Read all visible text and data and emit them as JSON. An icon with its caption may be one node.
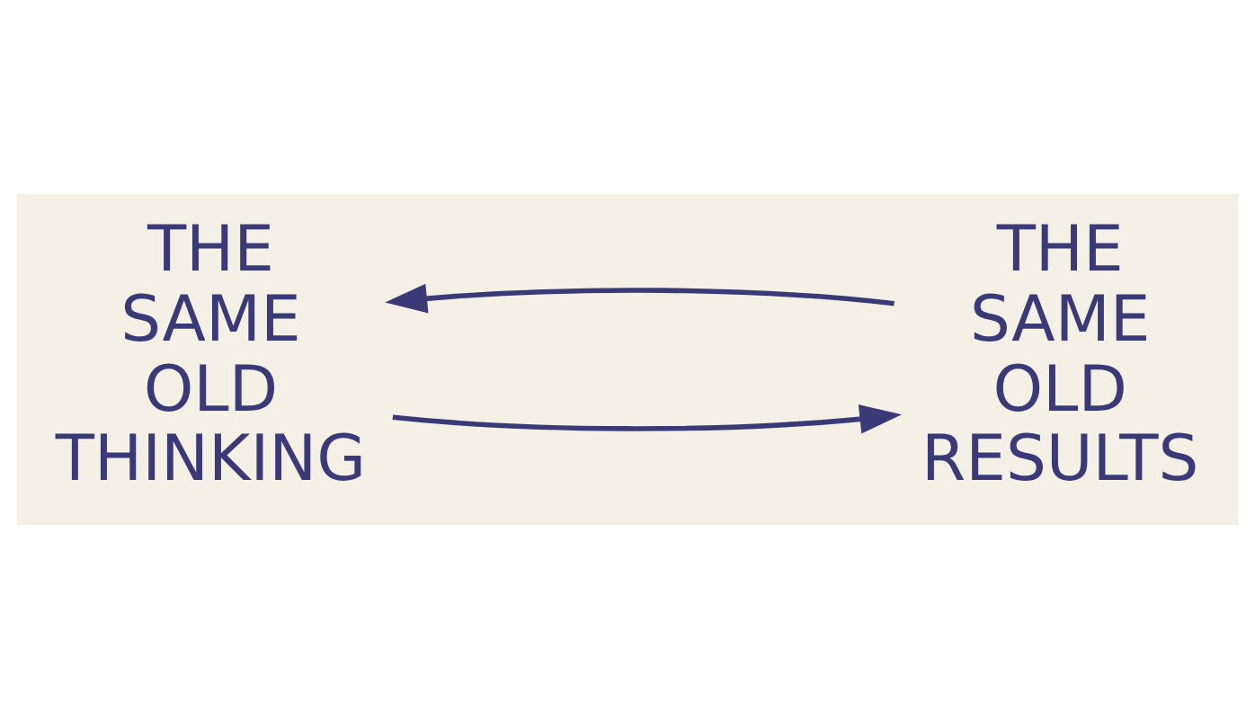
{
  "diagram": {
    "nodes": [
      {
        "text": [
          "THE SAME OLD THINKING"
        ]
      },
      {
        "text": [
          "THE SAME OLD RESULTS"
        ]
      }
    ],
    "edges": [
      {
        "from": 0,
        "to": 1,
        "arrow": "to"
      },
      {
        "from": 1,
        "to": 0,
        "arrow": "to"
      }
    ]
  }
}
